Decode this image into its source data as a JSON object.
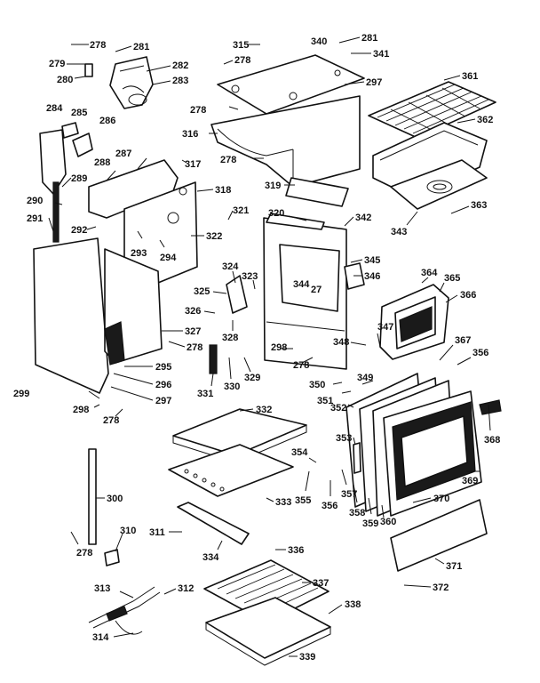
{
  "parts": [
    {
      "id": "p278a",
      "number": "278"
    },
    {
      "id": "p281a",
      "number": "281"
    },
    {
      "id": "p279",
      "number": "279"
    },
    {
      "id": "p280",
      "number": "280"
    },
    {
      "id": "p282",
      "number": "282"
    },
    {
      "id": "p283",
      "number": "283"
    },
    {
      "id": "p284",
      "number": "284"
    },
    {
      "id": "p285",
      "number": "285"
    },
    {
      "id": "p286",
      "number": "286"
    },
    {
      "id": "p287",
      "number": "287"
    },
    {
      "id": "p288",
      "number": "288"
    },
    {
      "id": "p289",
      "number": "289"
    },
    {
      "id": "p290",
      "number": "290"
    },
    {
      "id": "p291",
      "number": "291"
    },
    {
      "id": "p292",
      "number": "292"
    },
    {
      "id": "p293",
      "number": "293"
    },
    {
      "id": "p294",
      "number": "294"
    },
    {
      "id": "p317",
      "number": "317"
    },
    {
      "id": "p318",
      "number": "318"
    },
    {
      "id": "p321",
      "number": "321"
    },
    {
      "id": "p322",
      "number": "322"
    },
    {
      "id": "p315",
      "number": "315"
    },
    {
      "id": "p278b",
      "number": "278"
    },
    {
      "id": "p340",
      "number": "340"
    },
    {
      "id": "p281b",
      "number": "281"
    },
    {
      "id": "p341",
      "number": "341"
    },
    {
      "id": "p297a",
      "number": "297"
    },
    {
      "id": "p278c",
      "number": "278"
    },
    {
      "id": "p316",
      "number": "316"
    },
    {
      "id": "p278d",
      "number": "278"
    },
    {
      "id": "p319",
      "number": "319"
    },
    {
      "id": "p361",
      "number": "361"
    },
    {
      "id": "p362",
      "number": "362"
    },
    {
      "id": "p363",
      "number": "363"
    },
    {
      "id": "p343",
      "number": "343"
    },
    {
      "id": "p320",
      "number": "320"
    },
    {
      "id": "p342",
      "number": "342"
    },
    {
      "id": "p344",
      "number": "344"
    },
    {
      "id": "p27",
      "number": "27"
    },
    {
      "id": "p345",
      "number": "345"
    },
    {
      "id": "p346",
      "number": "346"
    },
    {
      "id": "p324",
      "number": "324"
    },
    {
      "id": "p323",
      "number": "323"
    },
    {
      "id": "p325",
      "number": "325"
    },
    {
      "id": "p326",
      "number": "326"
    },
    {
      "id": "p328",
      "number": "328"
    },
    {
      "id": "p327",
      "number": "327"
    },
    {
      "id": "p298a",
      "number": "298"
    },
    {
      "id": "p278e",
      "number": "278"
    },
    {
      "id": "p329",
      "number": "329"
    },
    {
      "id": "p330",
      "number": "330"
    },
    {
      "id": "p331",
      "number": "331"
    },
    {
      "id": "p278f",
      "number": "278"
    },
    {
      "id": "p299",
      "number": "299"
    },
    {
      "id": "p295",
      "number": "295"
    },
    {
      "id": "p296",
      "number": "296"
    },
    {
      "id": "p297b",
      "number": "297"
    },
    {
      "id": "p298b",
      "number": "298"
    },
    {
      "id": "p278g",
      "number": "278"
    },
    {
      "id": "p364",
      "number": "364"
    },
    {
      "id": "p365",
      "number": "365"
    },
    {
      "id": "p366",
      "number": "366"
    },
    {
      "id": "p347",
      "number": "347"
    },
    {
      "id": "p348",
      "number": "348"
    },
    {
      "id": "p367",
      "number": "367"
    },
    {
      "id": "p356a",
      "number": "356"
    },
    {
      "id": "p349",
      "number": "349"
    },
    {
      "id": "p350",
      "number": "350"
    },
    {
      "id": "p351",
      "number": "351"
    },
    {
      "id": "p352",
      "number": "352"
    },
    {
      "id": "p368",
      "number": "368"
    },
    {
      "id": "p353",
      "number": "353"
    },
    {
      "id": "p354",
      "number": "354"
    },
    {
      "id": "p355",
      "number": "355"
    },
    {
      "id": "p356b",
      "number": "356"
    },
    {
      "id": "p357",
      "number": "357"
    },
    {
      "id": "p358",
      "number": "358"
    },
    {
      "id": "p359",
      "number": "359"
    },
    {
      "id": "p360",
      "number": "360"
    },
    {
      "id": "p369",
      "number": "369"
    },
    {
      "id": "p370",
      "number": "370"
    },
    {
      "id": "p332",
      "number": "332"
    },
    {
      "id": "p333",
      "number": "333"
    },
    {
      "id": "p300",
      "number": "300"
    },
    {
      "id": "p310",
      "number": "310"
    },
    {
      "id": "p311",
      "number": "311"
    },
    {
      "id": "p334",
      "number": "334"
    },
    {
      "id": "p336",
      "number": "336"
    },
    {
      "id": "p278h",
      "number": "278"
    },
    {
      "id": "p371",
      "number": "371"
    },
    {
      "id": "p372",
      "number": "372"
    },
    {
      "id": "p313",
      "number": "313"
    },
    {
      "id": "p312",
      "number": "312"
    },
    {
      "id": "p337",
      "number": "337"
    },
    {
      "id": "p338",
      "number": "338"
    },
    {
      "id": "p314",
      "number": "314"
    },
    {
      "id": "p339",
      "number": "339"
    }
  ]
}
